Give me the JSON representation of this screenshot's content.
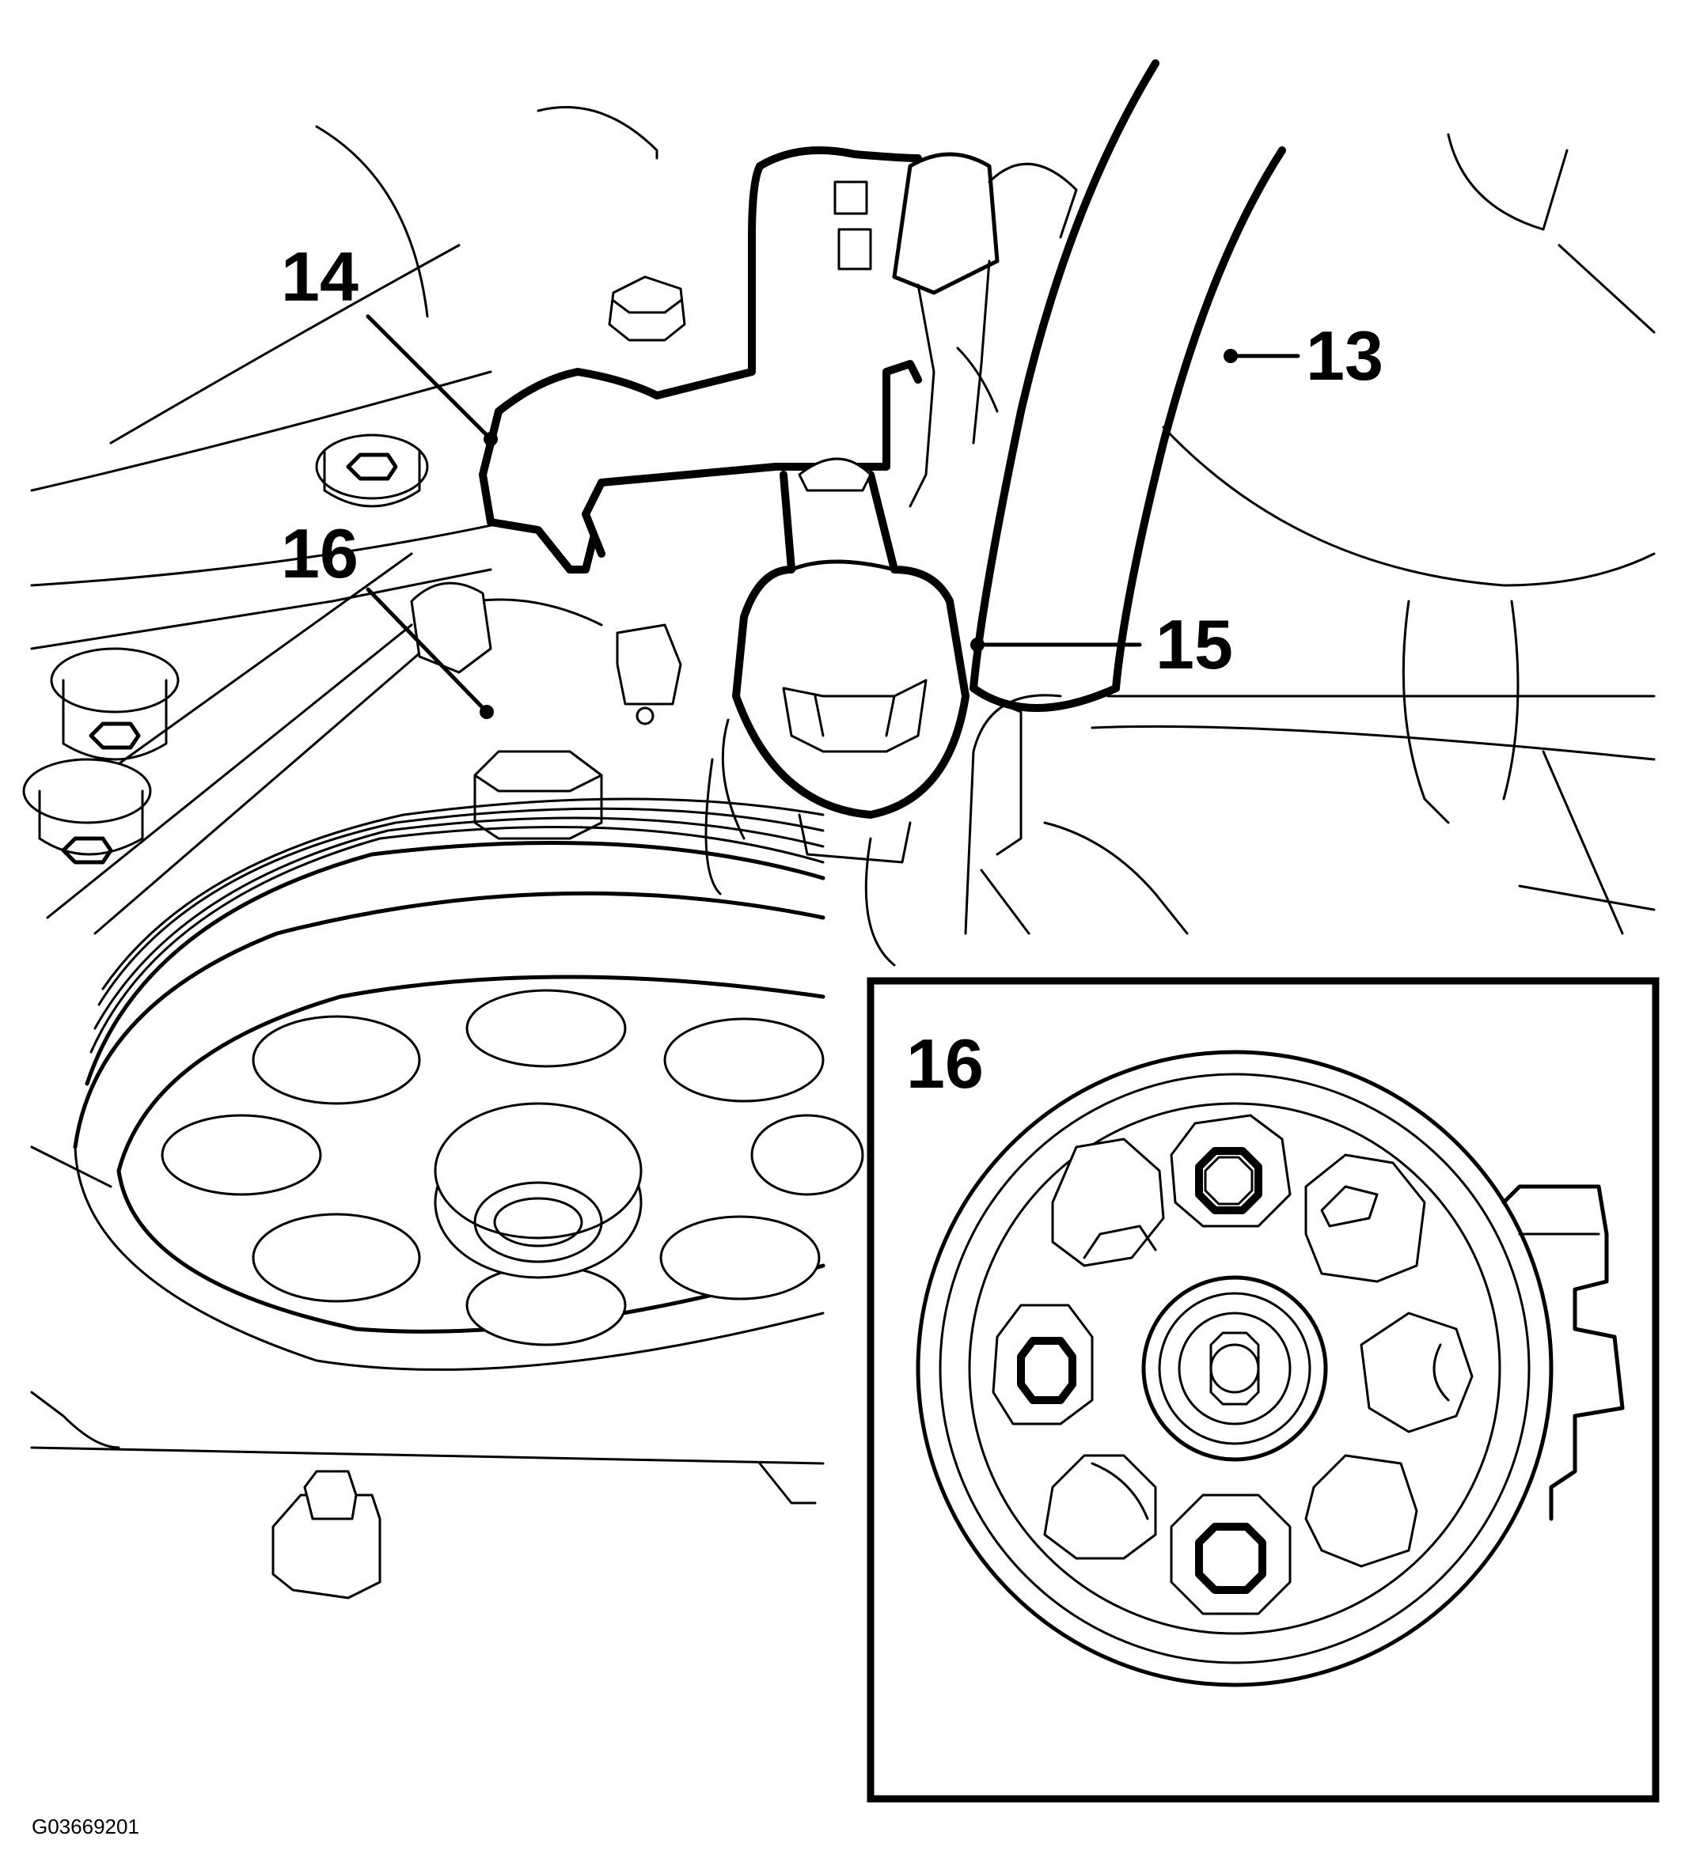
{
  "diagram": {
    "callouts": [
      {
        "id": "13",
        "label": "13"
      },
      {
        "id": "14",
        "label": "14"
      },
      {
        "id": "15",
        "label": "15"
      },
      {
        "id": "16a",
        "label": "16"
      },
      {
        "id": "16b",
        "label": "16"
      }
    ],
    "figure_code": "G03669201"
  }
}
